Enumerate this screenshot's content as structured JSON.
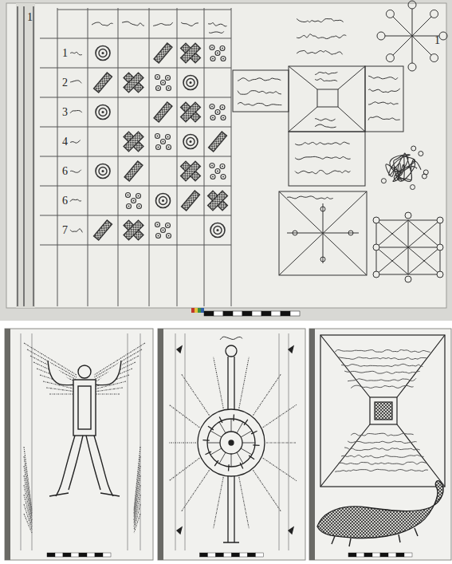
{
  "diagram": {
    "labels": [
      "1",
      "1",
      "2",
      "3",
      "4",
      "6",
      "6",
      "7",
      "1"
    ]
  }
}
